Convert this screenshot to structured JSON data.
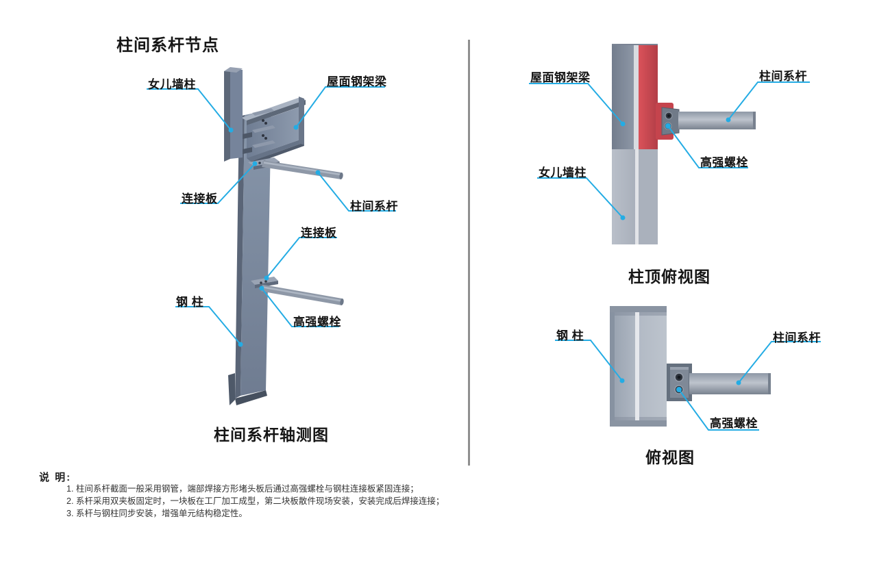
{
  "title": "柱间系杆节点",
  "left_view": {
    "caption": "柱间系杆轴测图",
    "labels": {
      "parapet_column": "女儿墙柱",
      "roof_beam": "屋面钢架梁",
      "plate_upper": "连接板",
      "tie_rod": "柱间系杆",
      "plate_lower": "连接板",
      "steel_column": "钢  柱",
      "bolt": "高强螺栓"
    }
  },
  "top_right_view": {
    "caption": "柱顶俯视图",
    "labels": {
      "roof_beam": "屋面钢架梁",
      "tie_rod": "柱间系杆",
      "parapet_column": "女儿墙柱",
      "bolt": "高强螺栓"
    }
  },
  "bottom_right_view": {
    "caption": "俯视图",
    "labels": {
      "steel_column": "钢  柱",
      "tie_rod": "柱间系杆",
      "bolt": "高强螺栓"
    }
  },
  "notes": {
    "heading": "说 明:",
    "items": [
      "1. 柱间系杆截面一般采用钢管，端部焊接方形堵头板后通过高强螺栓与钢柱连接板紧固连接；",
      "2. 系杆采用双夹板固定时，一块板在工厂加工成型，第二块板散件现场安装，安装完成后焊接连接；",
      "3. 系杆与钢柱同步安装，增强单元结构稳定性。"
    ]
  },
  "colors": {
    "leader": "#24ACE4",
    "divider": "#8F8F8F",
    "steel_face": "#7E8BA0",
    "steel_dark": "#586374",
    "steel_light": "#A9B3C2",
    "highlight_red": "#C94A52"
  }
}
